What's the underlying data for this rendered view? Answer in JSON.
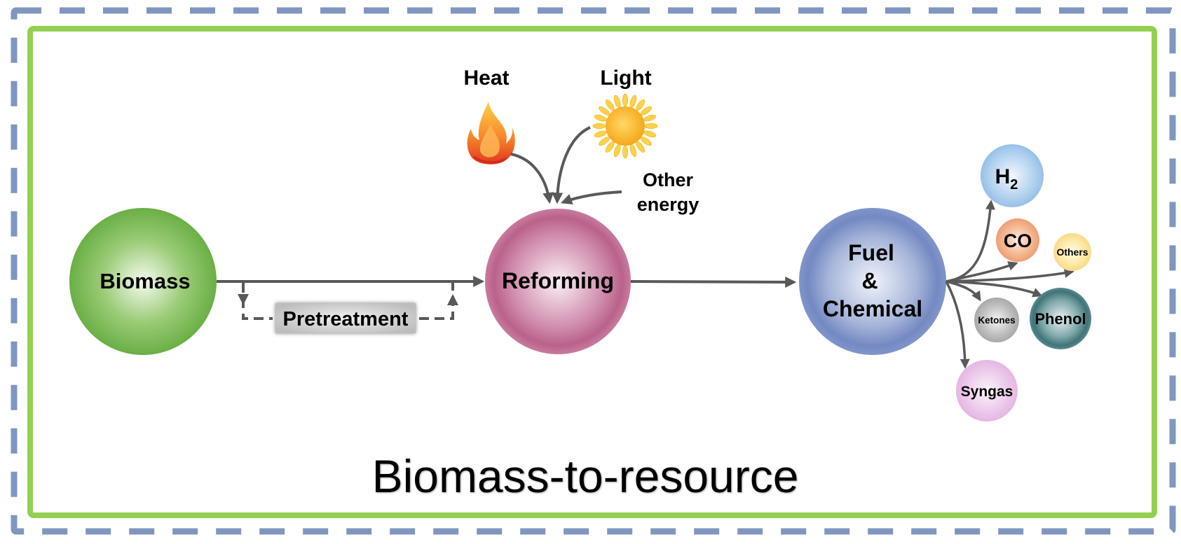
{
  "title": "Biomass-to-resource",
  "colors": {
    "outer_border": "#7f97c0",
    "inner_border": "#92d050",
    "arrow": "#595959"
  },
  "nodes": {
    "biomass": "Biomass",
    "reforming": "Reforming",
    "fuel_line1": "Fuel",
    "fuel_line2": "&",
    "fuel_line3": "Chemical",
    "pretreatment": "Pretreatment"
  },
  "energy_inputs": {
    "heat": "Heat",
    "heat_icon": "flame-icon",
    "light": "Light",
    "light_icon": "sun-icon",
    "other_line1": "Other",
    "other_line2": "energy"
  },
  "products": {
    "h2_main": "H",
    "h2_sub": "2",
    "co": "CO",
    "others": "Others",
    "ketones": "Ketones",
    "phenol": "Phenol",
    "syngas": "Syngas"
  }
}
